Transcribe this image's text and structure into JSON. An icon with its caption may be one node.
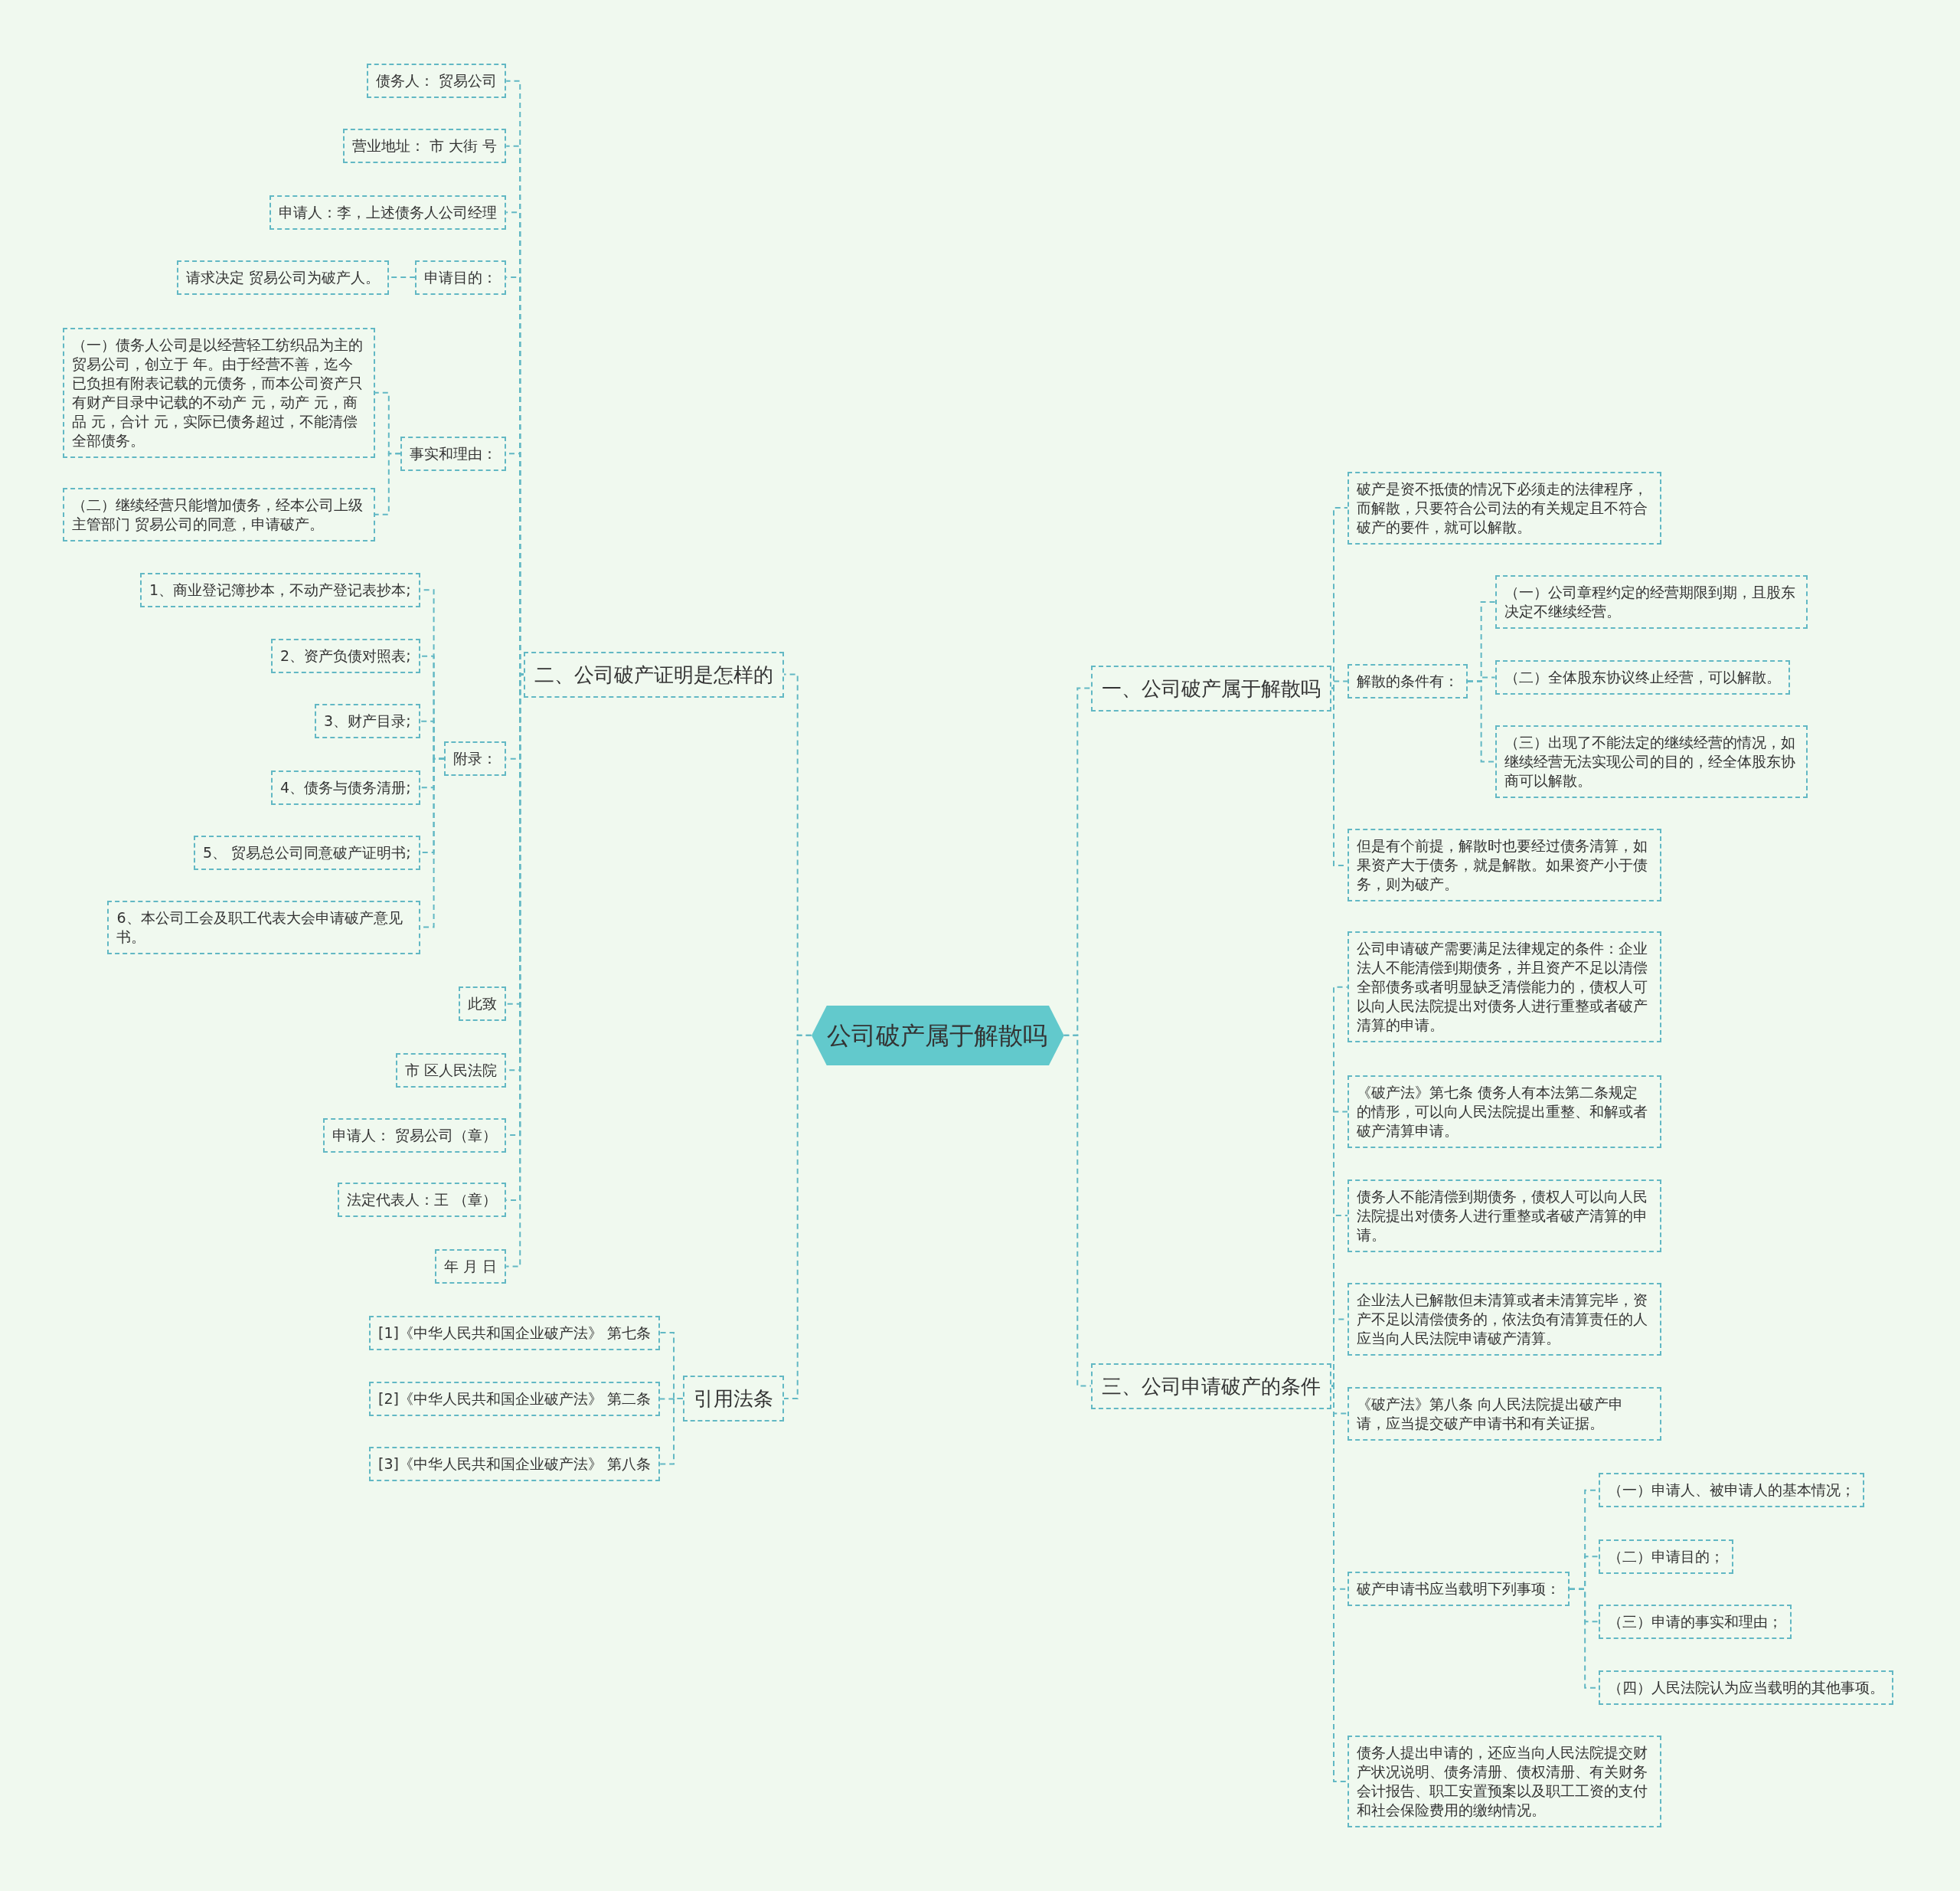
{
  "diagram": {
    "nodes": [
      {
        "text": [
          "公司破产属于解散吗"
        ]
      },
      {
        "text": [
          "一、公司破产属于解散吗"
        ]
      },
      {
        "text": [
          "破产是资不抵债的情况下必须走的法律程序，而解散，只要符合公司法的有关规定且不符合破产的要件，就可以解散。"
        ]
      },
      {
        "text": [
          "解散的条件有："
        ]
      },
      {
        "text": [
          "（一）公司章程约定的经营期限到期，且股东决定不继续经营。"
        ]
      },
      {
        "text": [
          "（二）全体股东协议终止经营，可以解散。"
        ]
      },
      {
        "text": [
          "（三）出现了不能法定的继续经营的情况，如继续经营无法实现公司的目的，经全体股东协商可以解散。"
        ]
      },
      {
        "text": [
          "但是有个前提，解散时也要经过债务清算，如果资产大于债务，就是解散。如果资产小于债务，则为破产。"
        ]
      },
      {
        "text": [
          "二、公司破产证明是怎样的"
        ]
      },
      {
        "text": [
          "债务人： 贸易公司"
        ]
      },
      {
        "text": [
          "营业地址： 市 大街 号"
        ]
      },
      {
        "text": [
          "申请人：李，上述债务人公司经理"
        ]
      },
      {
        "text": [
          "申请目的："
        ]
      },
      {
        "text": [
          "请求决定 贸易公司为破产人。"
        ]
      },
      {
        "text": [
          "事实和理由："
        ]
      },
      {
        "text": [
          "（一）债务人公司是以经营轻工纺织品为主的贸易公司，创立于 年。由于经营不善，迄今已负担有附表记载的元债务，而本公司资产只有财产目录中记载的不动产 元，动产 元，商品 元，合计 元，实际已债务超过，不能清偿全部债务。"
        ]
      },
      {
        "text": [
          "（二）继续经营只能增加债务，经本公司上级主管部门 贸易公司的同意，申请破产。"
        ]
      },
      {
        "text": [
          "附录："
        ]
      },
      {
        "text": [
          "1、商业登记簿抄本，不动产登记表抄本;"
        ]
      },
      {
        "text": [
          "2、资产负债对照表;"
        ]
      },
      {
        "text": [
          "3、财产目录;"
        ]
      },
      {
        "text": [
          "4、债务与债务清册;"
        ]
      },
      {
        "text": [
          "5、 贸易总公司同意破产证明书;"
        ]
      },
      {
        "text": [
          "6、本公司工会及职工代表大会申请破产意见书。"
        ]
      },
      {
        "text": [
          "此致"
        ]
      },
      {
        "text": [
          "市 区人民法院"
        ]
      },
      {
        "text": [
          "申请人： 贸易公司（章）"
        ]
      },
      {
        "text": [
          "法定代表人：王 （章）"
        ]
      },
      {
        "text": [
          "年 月 日"
        ]
      },
      {
        "text": [
          "引用法条"
        ]
      },
      {
        "text": [
          "[1]《中华人民共和国企业破产法》 第七条"
        ]
      },
      {
        "text": [
          "[2]《中华人民共和国企业破产法》 第二条"
        ]
      },
      {
        "text": [
          "[3]《中华人民共和国企业破产法》 第八条"
        ]
      },
      {
        "text": [
          "三、公司申请破产的条件"
        ]
      },
      {
        "text": [
          "公司申请破产需要满足法律规定的条件：企业法人不能清偿到期债务，并且资产不足以清偿全部债务或者明显缺乏清偿能力的，债权人可以向人民法院提出对债务人进行重整或者破产清算的申请。"
        ]
      },
      {
        "text": [
          "《破产法》第七条 债务人有本法第二条规定的情形，可以向人民法院提出重整、和解或者破产清算申请。"
        ]
      },
      {
        "text": [
          "债务人不能清偿到期债务，债权人可以向人民法院提出对债务人进行重整或者破产清算的申请。"
        ]
      },
      {
        "text": [
          "企业法人已解散但未清算或者未清算完毕，资产不足以清偿债务的，依法负有清算责任的人应当向人民法院申请破产清算。"
        ]
      },
      {
        "text": [
          "《破产法》第八条 向人民法院提出破产申请，应当提交破产申请书和有关证据。"
        ]
      },
      {
        "text": [
          "破产申请书应当载明下列事项："
        ]
      },
      {
        "text": [
          "（一）申请人、被申请人的基本情况；"
        ]
      },
      {
        "text": [
          "（二）申请目的；"
        ]
      },
      {
        "text": [
          "（三）申请的事实和理由；"
        ]
      },
      {
        "text": [
          "（四）人民法院认为应当载明的其他事项。"
        ]
      },
      {
        "text": [
          "债务人提出申请的，还应当向人民法院提交财产状况说明、债务清册、债权清册、有关财务会计报告、职工安置预案以及职工工资的支付和社会保险费用的缴纳情况。"
        ]
      }
    ],
    "edges": [
      {
        "from": 0,
        "to": 1,
        "arrow": "none"
      },
      {
        "from": 1,
        "to": 2,
        "arrow": "none"
      },
      {
        "from": 1,
        "to": 3,
        "arrow": "none"
      },
      {
        "from": 3,
        "to": 4,
        "arrow": "none"
      },
      {
        "from": 3,
        "to": 5,
        "arrow": "none"
      },
      {
        "from": 3,
        "to": 6,
        "arrow": "none"
      },
      {
        "from": 1,
        "to": 7,
        "arrow": "none"
      },
      {
        "from": 0,
        "to": 8,
        "arrow": "none"
      },
      {
        "from": 8,
        "to": 9,
        "arrow": "none"
      },
      {
        "from": 8,
        "to": 10,
        "arrow": "none"
      },
      {
        "from": 8,
        "to": 11,
        "arrow": "none"
      },
      {
        "from": 8,
        "to": 12,
        "arrow": "none"
      },
      {
        "from": 12,
        "to": 13,
        "arrow": "none"
      },
      {
        "from": 8,
        "to": 14,
        "arrow": "none"
      },
      {
        "from": 14,
        "to": 15,
        "arrow": "none"
      },
      {
        "from": 14,
        "to": 16,
        "arrow": "none"
      },
      {
        "from": 8,
        "to": 17,
        "arrow": "none"
      },
      {
        "from": 17,
        "to": 18,
        "arrow": "none"
      },
      {
        "from": 17,
        "to": 19,
        "arrow": "none"
      },
      {
        "from": 17,
        "to": 20,
        "arrow": "none"
      },
      {
        "from": 17,
        "to": 21,
        "arrow": "none"
      },
      {
        "from": 17,
        "to": 22,
        "arrow": "none"
      },
      {
        "from": 17,
        "to": 23,
        "arrow": "none"
      },
      {
        "from": 8,
        "to": 24,
        "arrow": "none"
      },
      {
        "from": 8,
        "to": 25,
        "arrow": "none"
      },
      {
        "from": 8,
        "to": 26,
        "arrow": "none"
      },
      {
        "from": 8,
        "to": 27,
        "arrow": "none"
      },
      {
        "from": 8,
        "to": 28,
        "arrow": "none"
      },
      {
        "from": 0,
        "to": 29,
        "arrow": "none"
      },
      {
        "from": 29,
        "to": 30,
        "arrow": "none"
      },
      {
        "from": 29,
        "to": 31,
        "arrow": "none"
      },
      {
        "from": 29,
        "to": 32,
        "arrow": "none"
      },
      {
        "from": 0,
        "to": 33,
        "arrow": "none"
      },
      {
        "from": 33,
        "to": 34,
        "arrow": "none"
      },
      {
        "from": 33,
        "to": 35,
        "arrow": "none"
      },
      {
        "from": 33,
        "to": 36,
        "arrow": "none"
      },
      {
        "from": 33,
        "to": 37,
        "arrow": "none"
      },
      {
        "from": 33,
        "to": 38,
        "arrow": "none"
      },
      {
        "from": 33,
        "to": 39,
        "arrow": "none"
      },
      {
        "from": 39,
        "to": 40,
        "arrow": "none"
      },
      {
        "from": 39,
        "to": 41,
        "arrow": "none"
      },
      {
        "from": 39,
        "to": 42,
        "arrow": "none"
      },
      {
        "from": 39,
        "to": 43,
        "arrow": "none"
      },
      {
        "from": 33,
        "to": 44,
        "arrow": "none"
      }
    ]
  }
}
